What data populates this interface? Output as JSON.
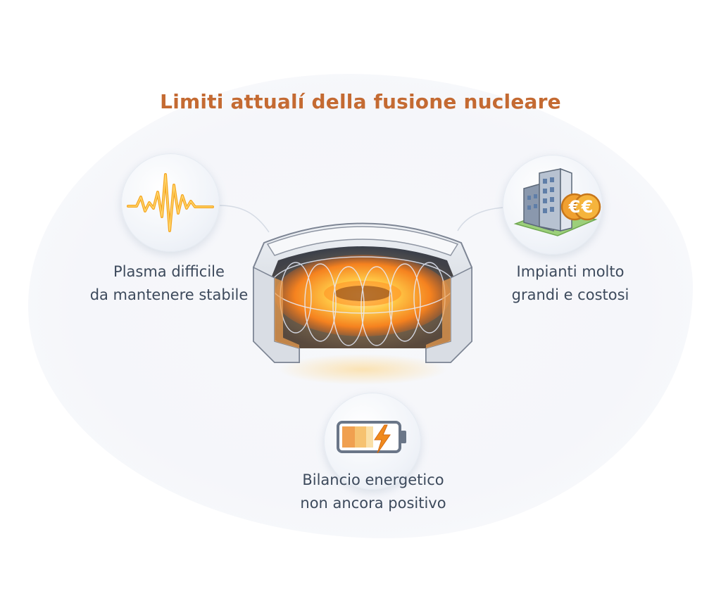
{
  "title": "Limiti attualí della fusione nucleare",
  "items": [
    {
      "id": "plasma",
      "icon": "plasma-wave-icon",
      "lines": [
        "Plasma difficile",
        "da mantenere stabile"
      ]
    },
    {
      "id": "cost",
      "icon": "building-euro-icon",
      "lines": [
        "Impianti molto",
        "grandi e costosi"
      ]
    },
    {
      "id": "energy",
      "icon": "battery-charging-icon",
      "lines": [
        "Bilancio energetico",
        "non ancora positivo"
      ]
    }
  ],
  "currency_symbol": "€",
  "colors": {
    "title": "#c46a32",
    "text": "#3d4a5c",
    "plasma_core": "#fff3b0",
    "plasma_mid": "#ffb030",
    "plasma_outer": "#f06a10",
    "wave": "#f5a623",
    "coin": "#f0a030"
  }
}
